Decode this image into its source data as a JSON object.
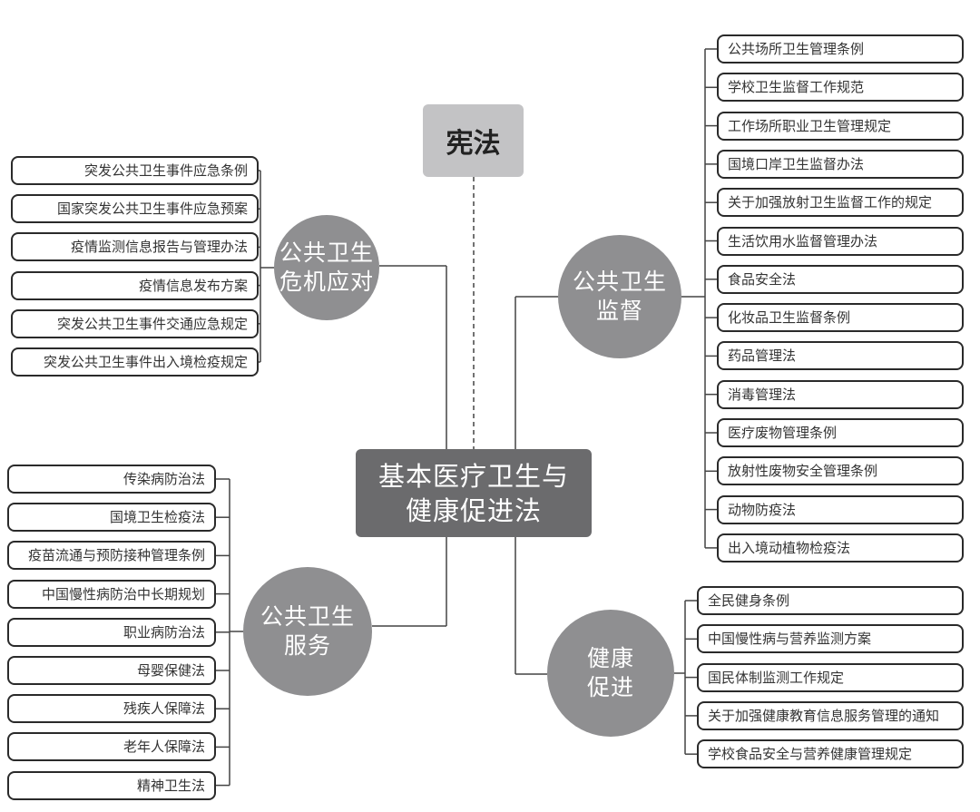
{
  "constitution": "宪法",
  "center": {
    "line1": "基本医疗卫生与",
    "line2": "健康促进法"
  },
  "branches": [
    {
      "id": "crisis",
      "label1": "公共卫生",
      "label2": "危机应对",
      "items": [
        "突发公共卫生事件应急条例",
        "国家突发公共卫生事件应急预案",
        "疫情监测信息报告与管理办法",
        "疫情信息发布方案",
        "突发公共卫生事件交通应急规定",
        "突发公共卫生事件出入境检疫规定"
      ]
    },
    {
      "id": "supervision",
      "label1": "公共卫生",
      "label2": "监督",
      "items": [
        "公共场所卫生管理条例",
        "学校卫生监督工作规范",
        "工作场所职业卫生管理规定",
        "国境口岸卫生监督办法",
        "关于加强放射卫生监督工作的规定",
        "生活饮用水监督管理办法",
        "食品安全法",
        "化妆品卫生监督条例",
        "药品管理法",
        "消毒管理法",
        "医疗废物管理条例",
        "放射性废物安全管理条例",
        "动物防疫法",
        "出入境动植物检疫法"
      ]
    },
    {
      "id": "service",
      "label1": "公共卫生",
      "label2": "服务",
      "items": [
        "传染病防治法",
        "国境卫生检疫法",
        "疫苗流通与预防接种管理条例",
        "中国慢性病防治中长期规划",
        "职业病防治法",
        "母婴保健法",
        "残疾人保障法",
        "老年人保障法",
        "精神卫生法"
      ]
    },
    {
      "id": "promotion",
      "label1": "健康",
      "label2": "促进",
      "items": [
        "全民健身条例",
        "中国慢性病与营养监测方案",
        "国民体制监测工作规定",
        "关于加强健康教育信息服务管理的通知",
        "学校食品安全与营养健康管理规定"
      ]
    }
  ]
}
